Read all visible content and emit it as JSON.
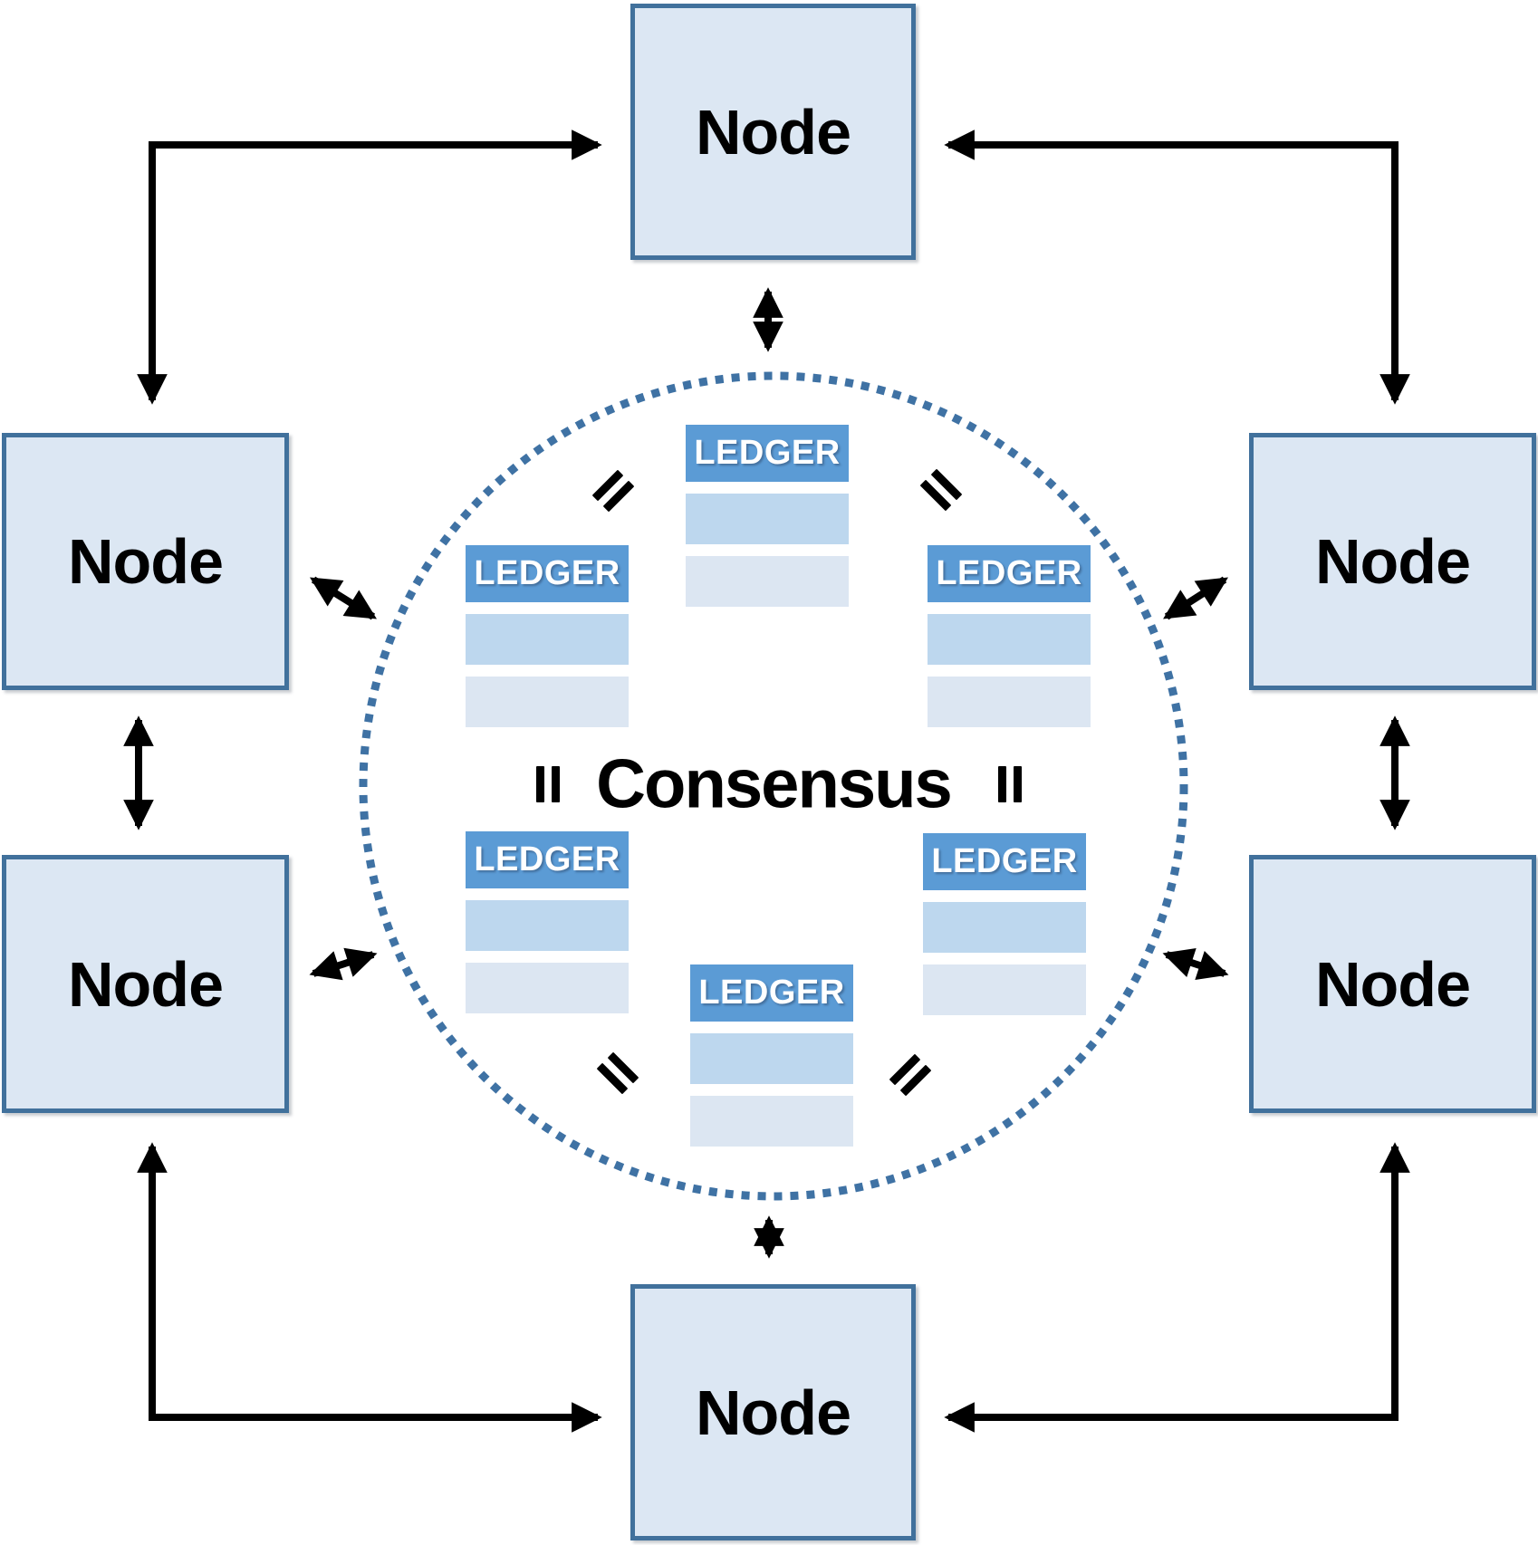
{
  "diagram": {
    "title_hint": "peer-to-peer consensus network",
    "consensus_label": "Consensus",
    "nodes": [
      {
        "position": "top-center",
        "label": "Node"
      },
      {
        "position": "left-top",
        "label": "Node"
      },
      {
        "position": "left-bottom",
        "label": "Node"
      },
      {
        "position": "right-top",
        "label": "Node"
      },
      {
        "position": "right-bottom",
        "label": "Node"
      },
      {
        "position": "bottom-center",
        "label": "Node"
      }
    ],
    "ledgers": [
      {
        "position": "top-center",
        "label": "LEDGER",
        "rows": 2
      },
      {
        "position": "upper-left",
        "label": "LEDGER",
        "rows": 2
      },
      {
        "position": "upper-right",
        "label": "LEDGER",
        "rows": 2
      },
      {
        "position": "lower-left",
        "label": "LEDGER",
        "rows": 2
      },
      {
        "position": "lower-right",
        "label": "LEDGER",
        "rows": 2
      },
      {
        "position": "bottom-center",
        "label": "LEDGER",
        "rows": 2
      }
    ],
    "equals_icons": 6,
    "connectors": "bidirectional arrows between all nodes and the consensus circle",
    "colors": {
      "node-fill": "#dce7f3",
      "node-border": "#41719c",
      "ledger-header": "#5b9bd5",
      "ledger-row1": "#bdd7ee",
      "ledger-row2": "#dce6f2",
      "circle": "#3f72a4",
      "arrow": "#000000"
    }
  }
}
